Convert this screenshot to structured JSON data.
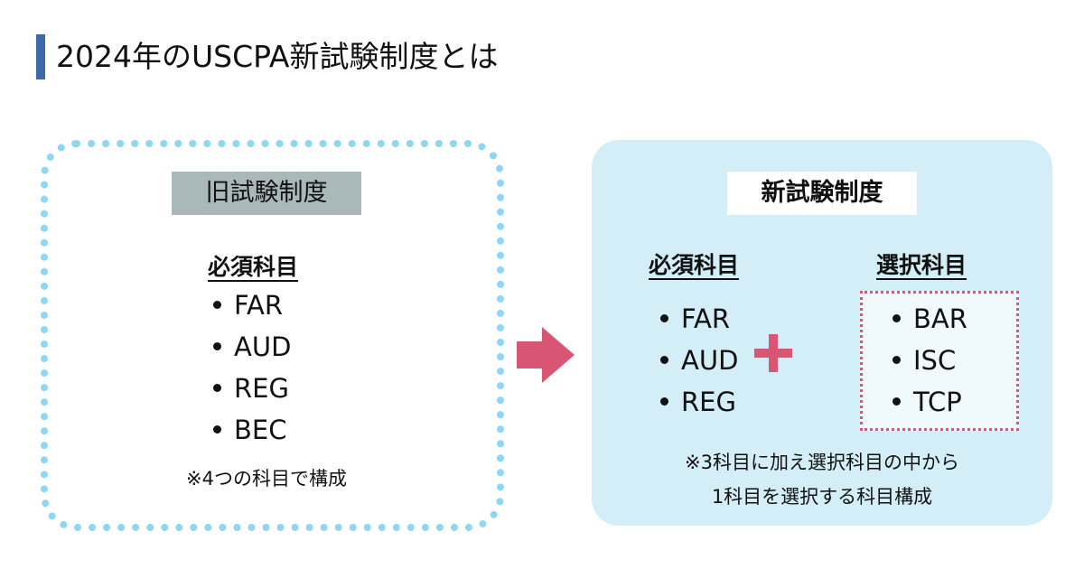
{
  "title": "2024年のUSCPA新試験制度とは",
  "old_system": {
    "label": "旧試験制度",
    "required_heading": "必須科目",
    "required_subjects": [
      "FAR",
      "AUD",
      "REG",
      "BEC"
    ],
    "note": "※4つの科目で構成"
  },
  "new_system": {
    "label": "新試験制度",
    "required_heading": "必須科目",
    "required_subjects": [
      "FAR",
      "AUD",
      "REG"
    ],
    "elective_heading": "選択科目",
    "elective_subjects": [
      "BAR",
      "ISC",
      "TCP"
    ],
    "note_lines": [
      "※3科目に加え選択科目の中から",
      "1科目を選択する科目構成"
    ]
  },
  "colors": {
    "title_accent": "#3a6aa8",
    "old_border": "#8fd6f0",
    "old_label_bg": "#a9b8b9",
    "new_bg": "#d3eef7",
    "pink": "#d95574"
  },
  "icons": {
    "arrow": "arrow-right-icon",
    "plus": "plus-icon"
  }
}
